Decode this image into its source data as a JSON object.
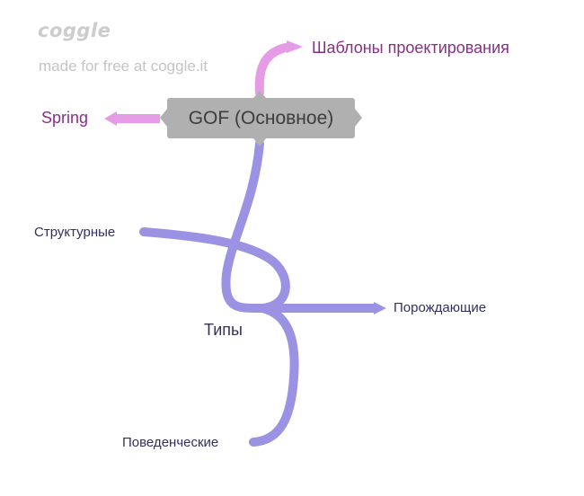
{
  "watermark": {
    "logo": "coggle",
    "tagline": "made for free at coggle.it"
  },
  "mindmap": {
    "root": {
      "label": "GOF (Основное)"
    },
    "branches": [
      {
        "label": "Шаблоны проектирования",
        "color": "#e59be5"
      },
      {
        "label": "Spring",
        "color": "#e59be5"
      },
      {
        "label": "Типы",
        "color": "#9b92e3",
        "children": [
          {
            "label": "Структурные"
          },
          {
            "label": "Порождающие"
          },
          {
            "label": "Поведенческие"
          }
        ]
      }
    ],
    "colors": {
      "root_fill": "#b0b0b0",
      "root_text": "#3d3d3d",
      "pink_text": "#8a2e8a",
      "dark_text": "#33305e"
    }
  }
}
